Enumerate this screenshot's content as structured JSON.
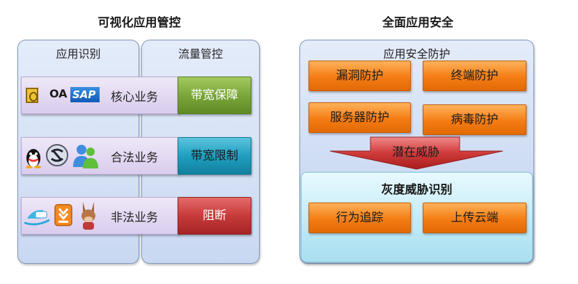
{
  "titles": {
    "left": "可视化应用管控",
    "right": "全面应用安全"
  },
  "left_panels": {
    "identify": "应用识别",
    "flow": "流量管控"
  },
  "rows": [
    {
      "logo_text": "OA",
      "brand": "SAP",
      "label": "核心业务",
      "action": "带宽保障"
    },
    {
      "label": "合法业务",
      "action": "带宽限制"
    },
    {
      "label": "非法业务",
      "action": "阻断"
    }
  ],
  "security": {
    "header": "应用安全防护",
    "items": [
      "漏洞防护",
      "终端防护",
      "服务器防护",
      "病毒防护"
    ],
    "threat": "潜在威胁",
    "gray_header": "灰度威胁识别",
    "gray_items": [
      "行为追踪",
      "上传云端"
    ]
  },
  "colors": {
    "guarantee": "#7aa73a",
    "limit": "#1f9fc0",
    "block": "#c83a3a",
    "orange": "#f57c14"
  },
  "icons": [
    "oa-document-icon",
    "sap-logo-icon",
    "qq-penguin-icon",
    "sync-icon",
    "messenger-users-icon",
    "xunlei-icon",
    "download-icon",
    "emule-mule-icon"
  ]
}
